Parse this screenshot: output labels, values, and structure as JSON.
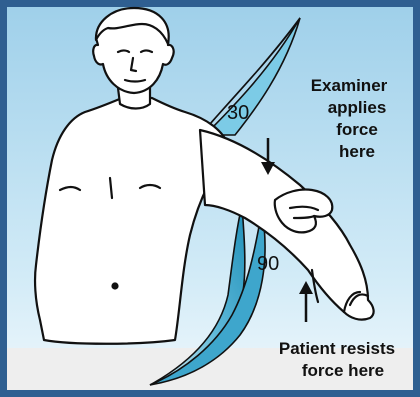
{
  "colors": {
    "frame": "#2f5f91",
    "sky_top": "#9fd0ea",
    "sky_bottom": "#e9f5fb",
    "floor": "#eeeeee",
    "arc_light": "#e3f4fa",
    "arc_dark": "#1f8fb8",
    "ink": "#111111",
    "skin": "#ffffff"
  },
  "angles": {
    "upper": "30",
    "lower": "90"
  },
  "labels": {
    "examiner": [
      "Examiner",
      "applies",
      "force",
      "here"
    ],
    "patient": [
      "Patient resists",
      "force here"
    ]
  },
  "icons": {
    "force_down": "arrow-down-icon",
    "force_up": "arrow-up-icon"
  }
}
